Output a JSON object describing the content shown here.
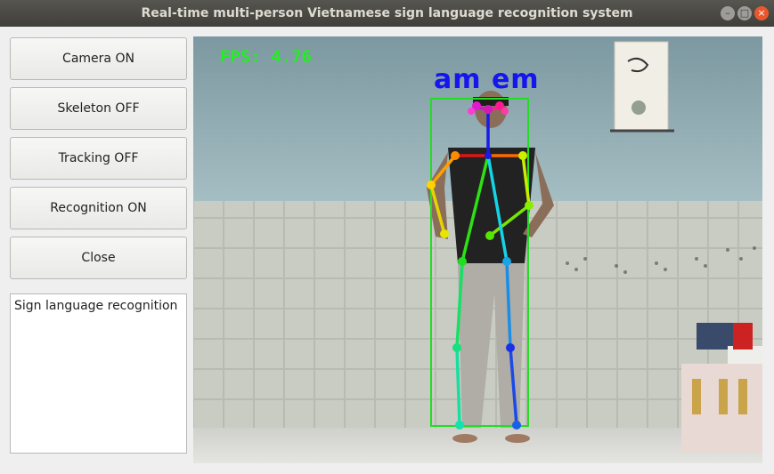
{
  "window": {
    "title": "Real-time multi-person Vietnamese sign language recognition system"
  },
  "controls": {
    "camera_label": "Camera ON",
    "skeleton_label": "Skeleton OFF",
    "tracking_label": "Tracking OFF",
    "recognition_label": "Recognition ON",
    "close_label": "Close"
  },
  "output": {
    "text": "Sign language recognition"
  },
  "video": {
    "fps_text": "FPS: 4.76",
    "recognized_label": "am em"
  },
  "colors": {
    "fps": "#22ee22",
    "label": "#1515ee",
    "bbox": "#22dd22"
  }
}
